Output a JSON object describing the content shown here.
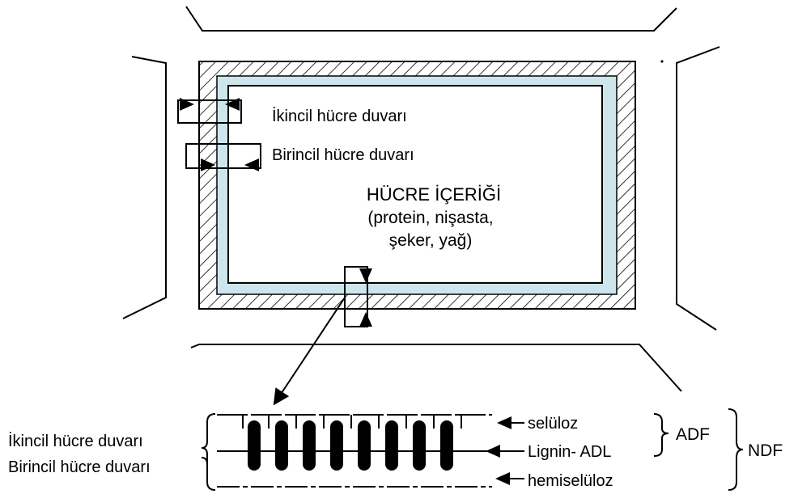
{
  "labels": {
    "secondary_wall_top": "İkincil hücre duvarı",
    "primary_wall_top": "Birincil hücre duvarı",
    "cell_content_line1": "HÜCRE İÇERİĞİ",
    "cell_content_line2": "(protein, nişasta,",
    "cell_content_line3": "şeker, yağ)",
    "secondary_wall_bottom": "İkincil hücre duvarı",
    "primary_wall_bottom": "Birincil hücre duvarı",
    "cellulose": "selüloz",
    "lignin": "Lignin- ADL",
    "hemicellulose": "hemiselüloz",
    "adf": "ADF",
    "ndf": "NDF"
  },
  "colors": {
    "inner_wall_fill": "#cde6ec",
    "line": "#000000",
    "background": "#ffffff"
  }
}
